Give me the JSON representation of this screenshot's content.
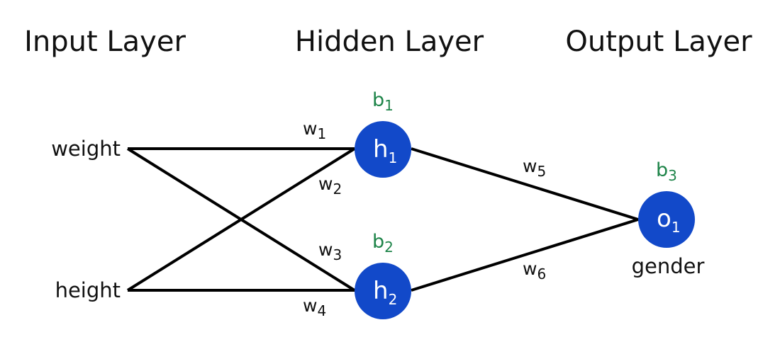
{
  "layers": {
    "input_title": "Input Layer",
    "hidden_title": "Hidden Layer",
    "output_title": "Output Layer"
  },
  "inputs": {
    "weight": "weight",
    "height": "height"
  },
  "output_label": "gender",
  "nodes": {
    "h1": {
      "main": "h",
      "sub": "1"
    },
    "h2": {
      "main": "h",
      "sub": "2"
    },
    "o1": {
      "main": "o",
      "sub": "1"
    }
  },
  "biases": {
    "b1": {
      "main": "b",
      "sub": "1"
    },
    "b2": {
      "main": "b",
      "sub": "2"
    },
    "b3": {
      "main": "b",
      "sub": "3"
    }
  },
  "weights": {
    "w1": {
      "main": "w",
      "sub": "1"
    },
    "w2": {
      "main": "w",
      "sub": "2"
    },
    "w3": {
      "main": "w",
      "sub": "3"
    },
    "w4": {
      "main": "w",
      "sub": "4"
    },
    "w5": {
      "main": "w",
      "sub": "5"
    },
    "w6": {
      "main": "w",
      "sub": "6"
    }
  },
  "colors": {
    "node_fill": "#1249c9",
    "bias_text": "#1e8449",
    "edge": "#000000"
  }
}
